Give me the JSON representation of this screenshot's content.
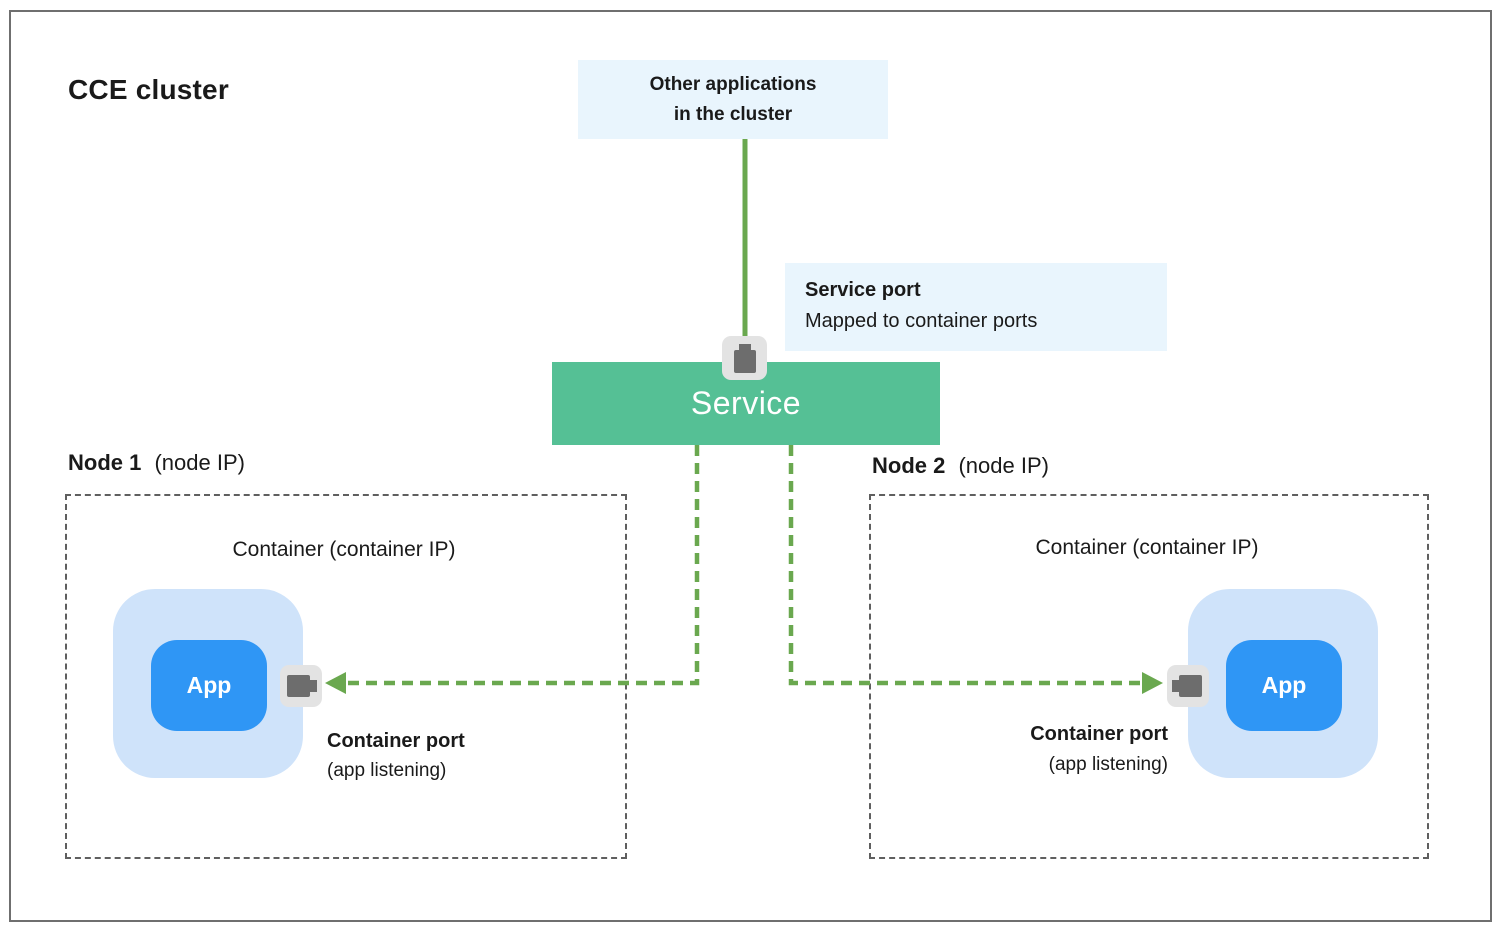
{
  "title": "CCE cluster",
  "colors": {
    "line_green": "#6aa84f",
    "service_green": "#55c095",
    "label_bg": "#e9f5fd",
    "container_blue": "#cfe3fa",
    "app_blue": "#2f96f5",
    "port_bg": "#e3e3e3",
    "port_plug": "#6d6d6d",
    "node_border": "#5f5f5f",
    "frame_border": "#6f6f6f",
    "text_dark": "#1a1a1a"
  },
  "other_apps_box": {
    "line1": "Other applications",
    "line2": "in the cluster"
  },
  "service": {
    "label": "Service",
    "port_icon": "port-icon"
  },
  "service_port_note": {
    "title": "Service port",
    "subtitle": "Mapped to container ports"
  },
  "nodes": [
    {
      "name": "Node 1",
      "ip_label": "(node IP)",
      "container_label": "Container (container IP)",
      "app_label": "App",
      "port_icon": "port-icon",
      "port_title": "Container port",
      "port_subtitle": "(app listening)"
    },
    {
      "name": "Node 2",
      "ip_label": "(node IP)",
      "container_label": "Container (container IP)",
      "app_label": "App",
      "port_icon": "port-icon",
      "port_title": "Container port",
      "port_subtitle": "(app listening)"
    }
  ]
}
